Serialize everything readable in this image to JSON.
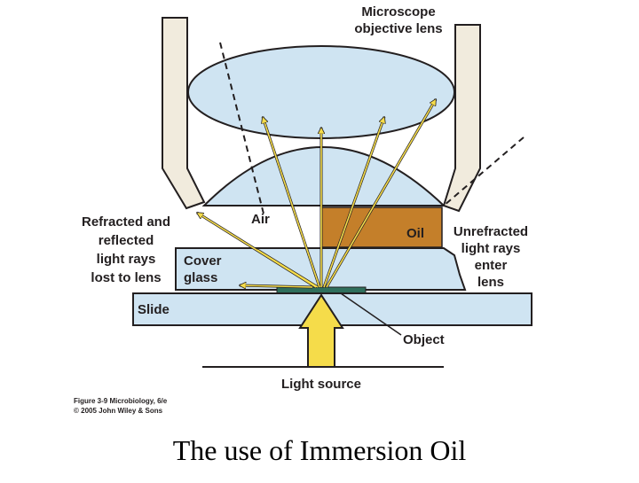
{
  "labels": {
    "objective_line1": "Microscope",
    "objective_line2": "objective lens",
    "refracted_line1": "Refracted and",
    "refracted_line2": "reflected",
    "refracted_line3": "light rays",
    "refracted_line4": "lost to lens",
    "air": "Air",
    "oil": "Oil",
    "unrefracted_line1": "Unrefracted",
    "unrefracted_line2": "light rays",
    "unrefracted_line3": "enter",
    "unrefracted_line4": "lens",
    "cover_line1": "Cover",
    "cover_line2": "glass",
    "slide": "Slide",
    "object": "Object",
    "light_source": "Light source"
  },
  "credit": {
    "line1": "Figure 3-9  Microbiology, 6/e",
    "line2": "© 2005 John Wiley & Sons"
  },
  "caption": "The use of Immersion Oil",
  "colors": {
    "lens_blue": "#cfe4f2",
    "oil_brown": "#c47f2a",
    "housing": "#f1ebdd",
    "ray_yellow": "#f5dc4a",
    "object_green": "#2f6f5c"
  }
}
